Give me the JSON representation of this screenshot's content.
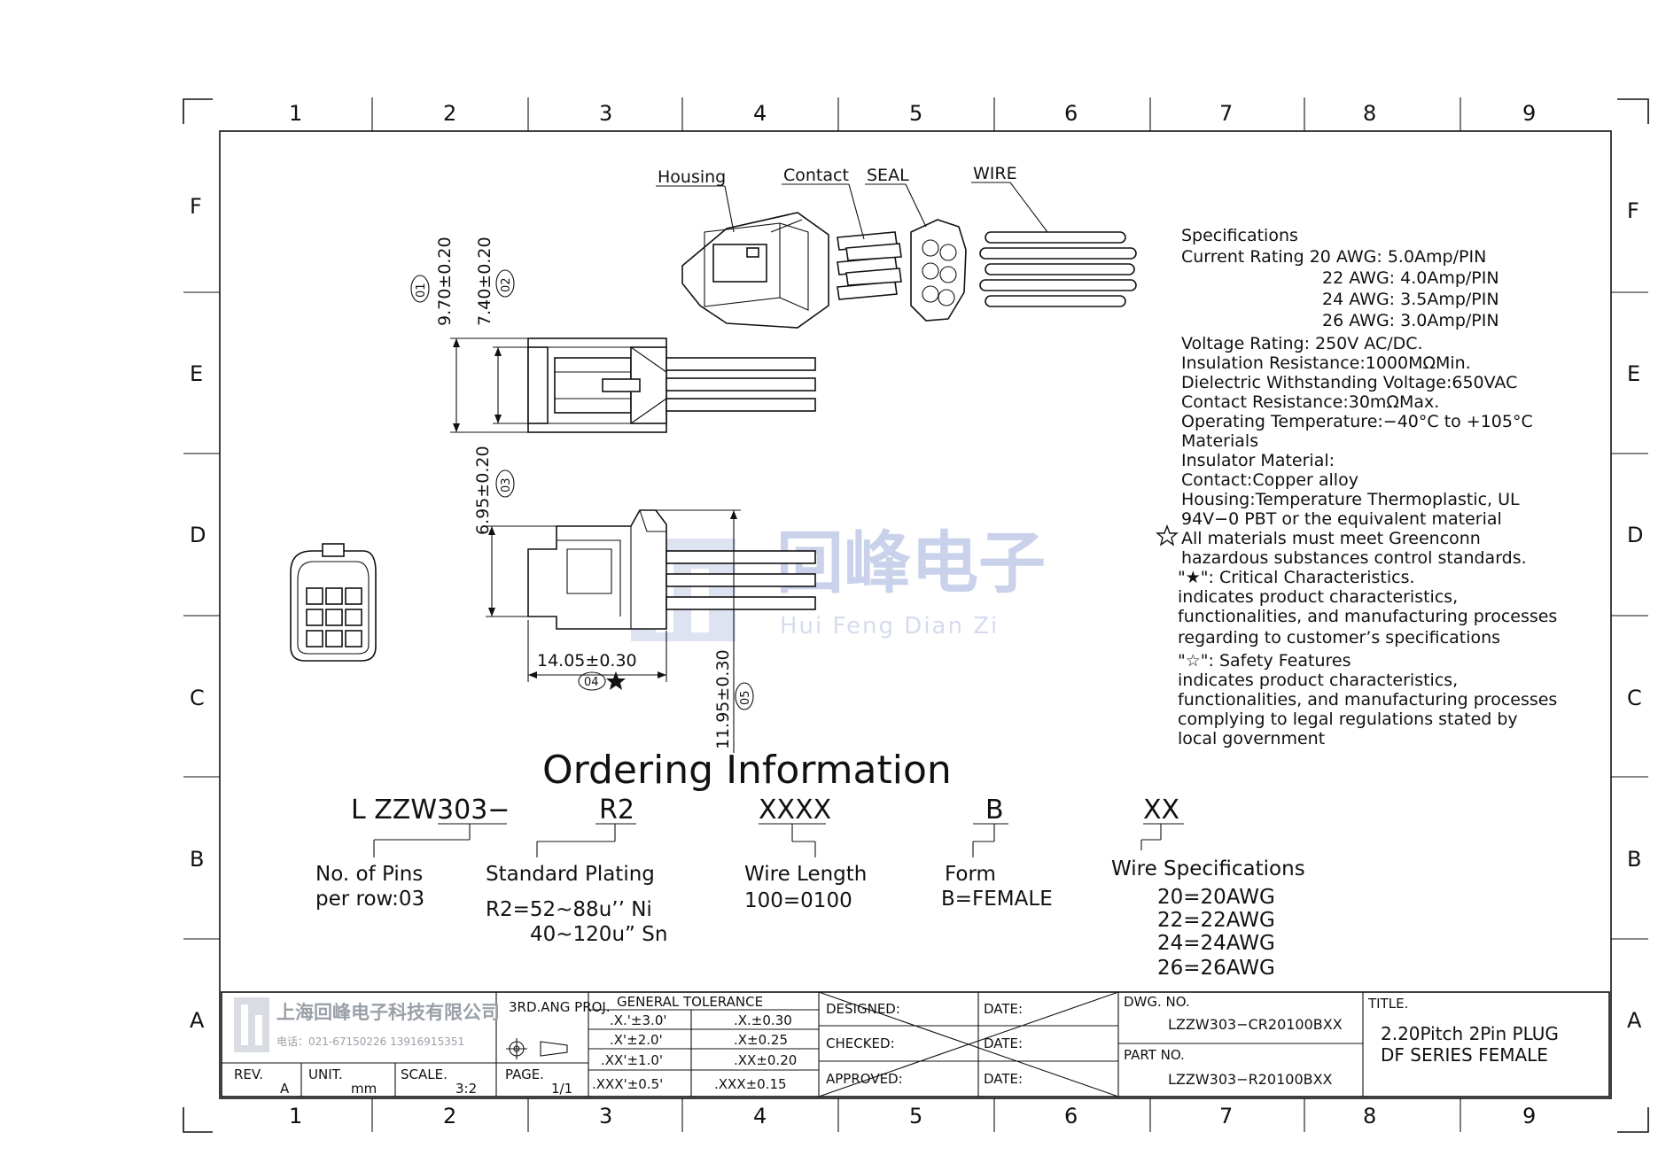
{
  "zones": {
    "columns": [
      "1",
      "2",
      "3",
      "4",
      "5",
      "6",
      "7",
      "8",
      "9"
    ],
    "rows": [
      "F",
      "E",
      "D",
      "C",
      "B",
      "A"
    ]
  },
  "callouts": {
    "housing": "Housing",
    "contact": "Contact",
    "seal": "SEAL",
    "wire": "WIRE"
  },
  "dimensions": {
    "d01": {
      "value": "9.70±0.20",
      "id": "01"
    },
    "d02": {
      "value": "7.40±0.20",
      "id": "02"
    },
    "d03": {
      "value": "6.95±0.20",
      "id": "03"
    },
    "d04": {
      "value": "14.05±0.30",
      "id": "04"
    },
    "d05": {
      "value": "11.95±0.30",
      "id": "05"
    }
  },
  "specifications": {
    "lines": [
      "Specifications",
      "Current  Rating  20  AWG:  5.0Amp/PIN",
      "22  AWG:  4.0Amp/PIN",
      "24  AWG:  3.5Amp/PIN",
      "26  AWG:  3.0Amp/PIN",
      "Voltage  Rating:  250V  AC/DC.",
      "Insulation  Resistance:1000MΩMin.",
      "Dielectric  Withstanding  Voltage:650VAC",
      "Contact  Resistance:30mΩMax.",
      "Operating  Temperature:−40°C  to  +105°C",
      "Materials",
      "Insulator  Material:",
      "Contact:Copper  alloy",
      "Housing:Temperature  Thermoplastic,  UL",
      "94V−0  PBT  or  the  equivalent  material",
      "All  materials  must  meet  Greenconn",
      "hazardous  substances  control  standards.",
      "\"★\":  Critical  Characteristics.",
      "indicates  product  characteristics,",
      "functionalities,  and  manufacturing  processes",
      "regarding  to  customer’s  specifications",
      "\"☆\":  Safety  Features",
      "indicates  product  characteristics,",
      "functionalities,  and  manufacturing  processes",
      "complying  to  legal  regulations  stated  by",
      "local  government"
    ]
  },
  "ordering": {
    "title": "Ordering  Information",
    "prefix": "L  ZZW303−",
    "plating_code": "R2",
    "length_code": "XXXX",
    "form_code": "B",
    "wire_code": "XX",
    "pins_label": "No.  of  Pins",
    "pins_value": "per  row:03",
    "plating_label": "Standard  Plating",
    "plating_v1": "R2=52~88u’’  Ni",
    "plating_v2": "40~120u”  Sn",
    "length_label": "Wire  Length",
    "length_value": "100=0100",
    "form_label": "Form",
    "form_value": "B=FEMALE",
    "wire_label": "Wire  Specifications",
    "wire_values": [
      "20=20AWG",
      "22=22AWG",
      "24=24AWG",
      "26=26AWG"
    ]
  },
  "watermark": {
    "cn": "回峰电子",
    "pinyin": "Hui Feng Dian Zi"
  },
  "title_block": {
    "company": "上海回峰电子科技有限公司",
    "phone": "电话：021-67150226   13916915351",
    "proj_label": "3RD.ANG PROJ.",
    "rev_label": "REV.",
    "rev_value": "A",
    "unit_label": "UNIT.",
    "unit_value": "mm",
    "scale_label": "SCALE.",
    "scale_value": "3:2",
    "page_label": "PAGE.",
    "page_value": "1/1",
    "tolerance_title": "GENERAL  TOLERANCE",
    "tolerance_rows": [
      [
        ".X.'±3.0'",
        ".X.±0.30"
      ],
      [
        ".X'±2.0'",
        ".X±0.25"
      ],
      [
        ".XX'±1.0'",
        ".XX±0.20"
      ],
      [
        ".XXX'±0.5'",
        ".XXX±0.15"
      ]
    ],
    "designed_label": "DESIGNED:",
    "checked_label": "CHECKED:",
    "approved_label": "APPROVED:",
    "date_label": "DATE:",
    "dwg_label": "DWG.  NO.",
    "dwg_value": "LZZW303−CR20100BXX",
    "part_label": "PART  NO.",
    "part_value": "LZZW303−R20100BXX",
    "title_label": "TITLE.",
    "title_line1": "2.20Pitch  2Pin  PLUG",
    "title_line2": "DF  SERIES  FEMALE"
  }
}
